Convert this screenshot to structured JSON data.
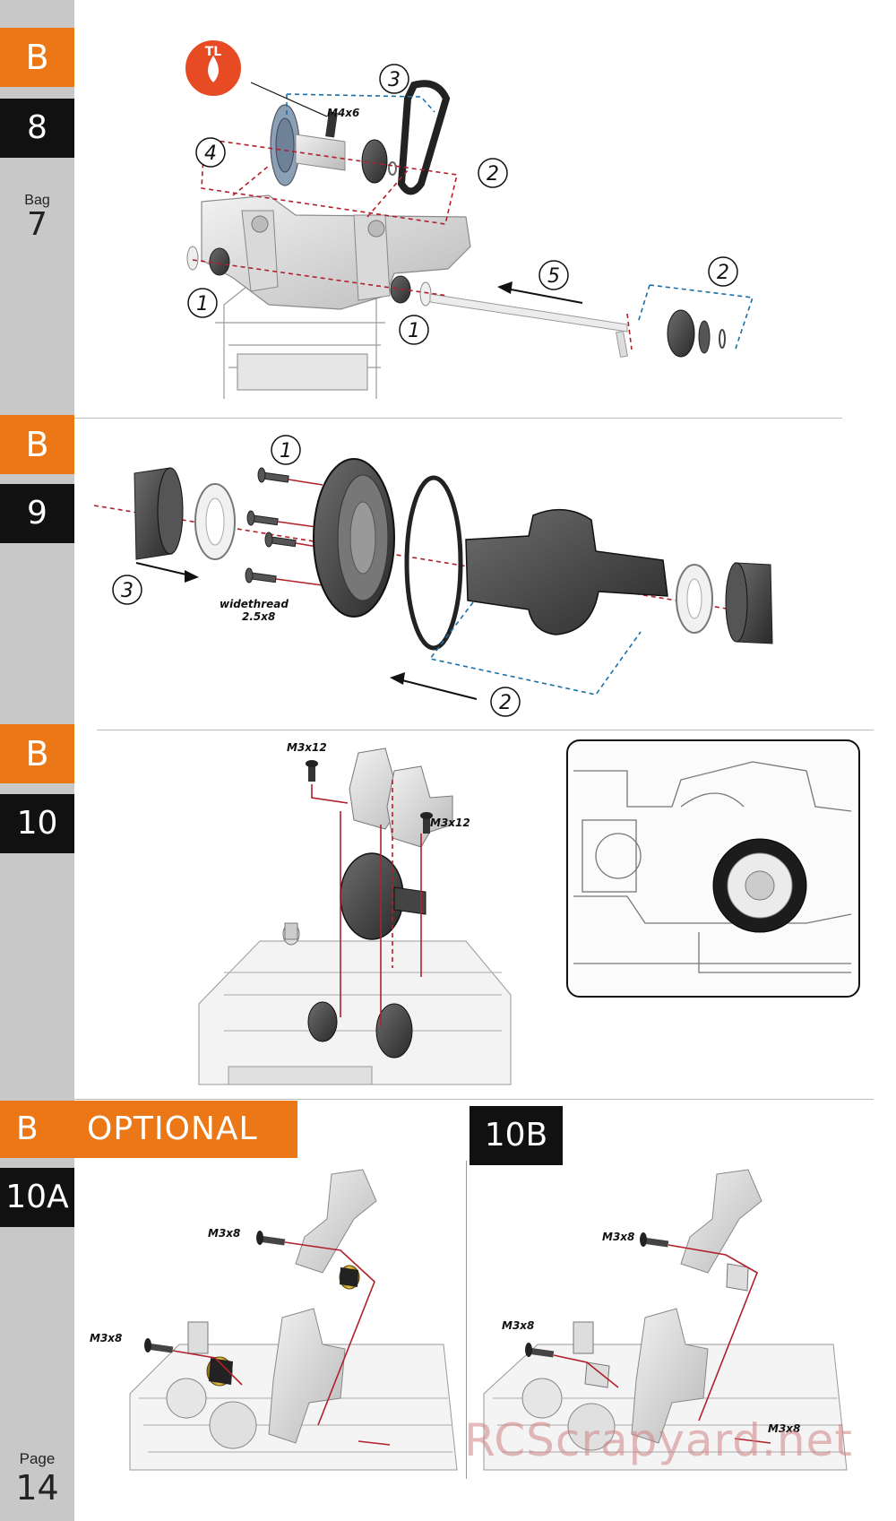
{
  "sidebar": {
    "steps": [
      {
        "letter": "B",
        "number": "8"
      },
      {
        "letter": "B",
        "number": "9"
      },
      {
        "letter": "B",
        "number": "10"
      }
    ],
    "bag_label": "Bag",
    "bag_number": "7",
    "page_label": "Page",
    "page_number": "14"
  },
  "optional": {
    "letter": "B",
    "title": "OPTIONAL",
    "step_a": "10A",
    "step_b": "10B"
  },
  "step8": {
    "thread_lock_badge": "TL",
    "screw_label": "M4x6",
    "callouts": [
      "1",
      "1",
      "2",
      "2",
      "3",
      "4",
      "5"
    ]
  },
  "step9": {
    "callouts": [
      "1",
      "2",
      "3"
    ],
    "screw_label_line1": "widethread",
    "screw_label_line2": "2.5x8"
  },
  "step10": {
    "screw_label_1": "M3x12",
    "screw_label_2": "M3x12"
  },
  "step10a": {
    "screw_label_1": "M3x8",
    "screw_label_2": "M3x8"
  },
  "step10b": {
    "screw_label_1": "M3x8",
    "screw_label_2": "M3x8",
    "screw_label_3": "M3x8"
  },
  "watermark": "RCScrapyard.net",
  "colors": {
    "accent_orange": "#ec7716",
    "sidebar_gray": "#c8c8c8",
    "assembly_red": "#b0202a",
    "assembly_blue": "#1a6fa8"
  }
}
